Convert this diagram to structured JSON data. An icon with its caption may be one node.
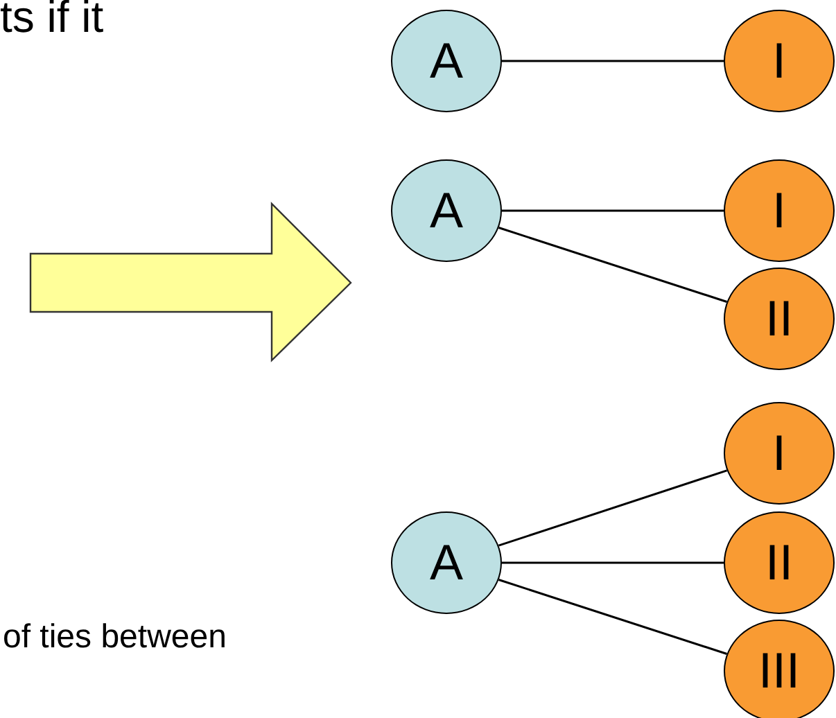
{
  "diagram": {
    "nodes": [
      {
        "text": [
          "A"
        ]
      },
      {
        "text": [
          "I"
        ]
      },
      {
        "text": [
          "A"
        ]
      },
      {
        "text": [
          "I"
        ]
      },
      {
        "text": [
          "II"
        ]
      },
      {
        "text": [
          "I"
        ]
      },
      {
        "text": [
          "A"
        ]
      },
      {
        "text": [
          "II"
        ]
      },
      {
        "text": [
          "III"
        ]
      }
    ],
    "edges": [
      {
        "from": 0,
        "to": 1,
        "arrow": "none"
      },
      {
        "from": 2,
        "to": 3,
        "arrow": "none"
      },
      {
        "from": 2,
        "to": 4,
        "arrow": "none"
      },
      {
        "from": 6,
        "to": 5,
        "arrow": "none"
      },
      {
        "from": 6,
        "to": 7,
        "arrow": "none"
      },
      {
        "from": 6,
        "to": 8,
        "arrow": "none"
      }
    ],
    "labels": [
      "ts if it",
      "of ties between"
    ]
  }
}
